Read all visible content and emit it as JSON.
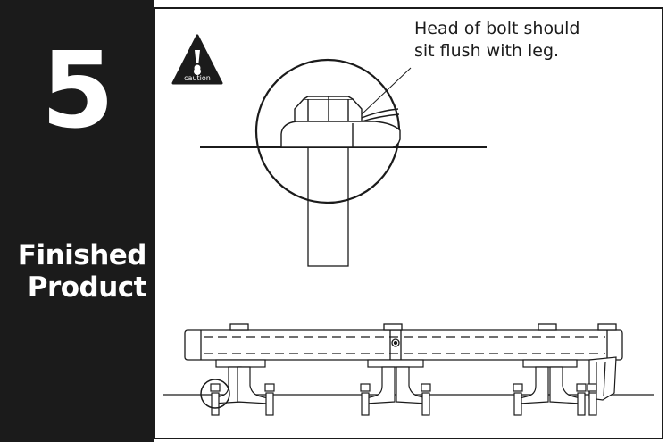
{
  "step": {
    "number": "5",
    "title_line1": "Finished",
    "title_line2": "Product"
  },
  "caution_badge": {
    "icon": "caution-triangle-icon",
    "label": "caution"
  },
  "detail": {
    "callout_line1": "Head of bolt should",
    "callout_line2": "sit flush with leg."
  },
  "colors": {
    "ink": "#1b1b1b",
    "paper": "#ffffff"
  }
}
